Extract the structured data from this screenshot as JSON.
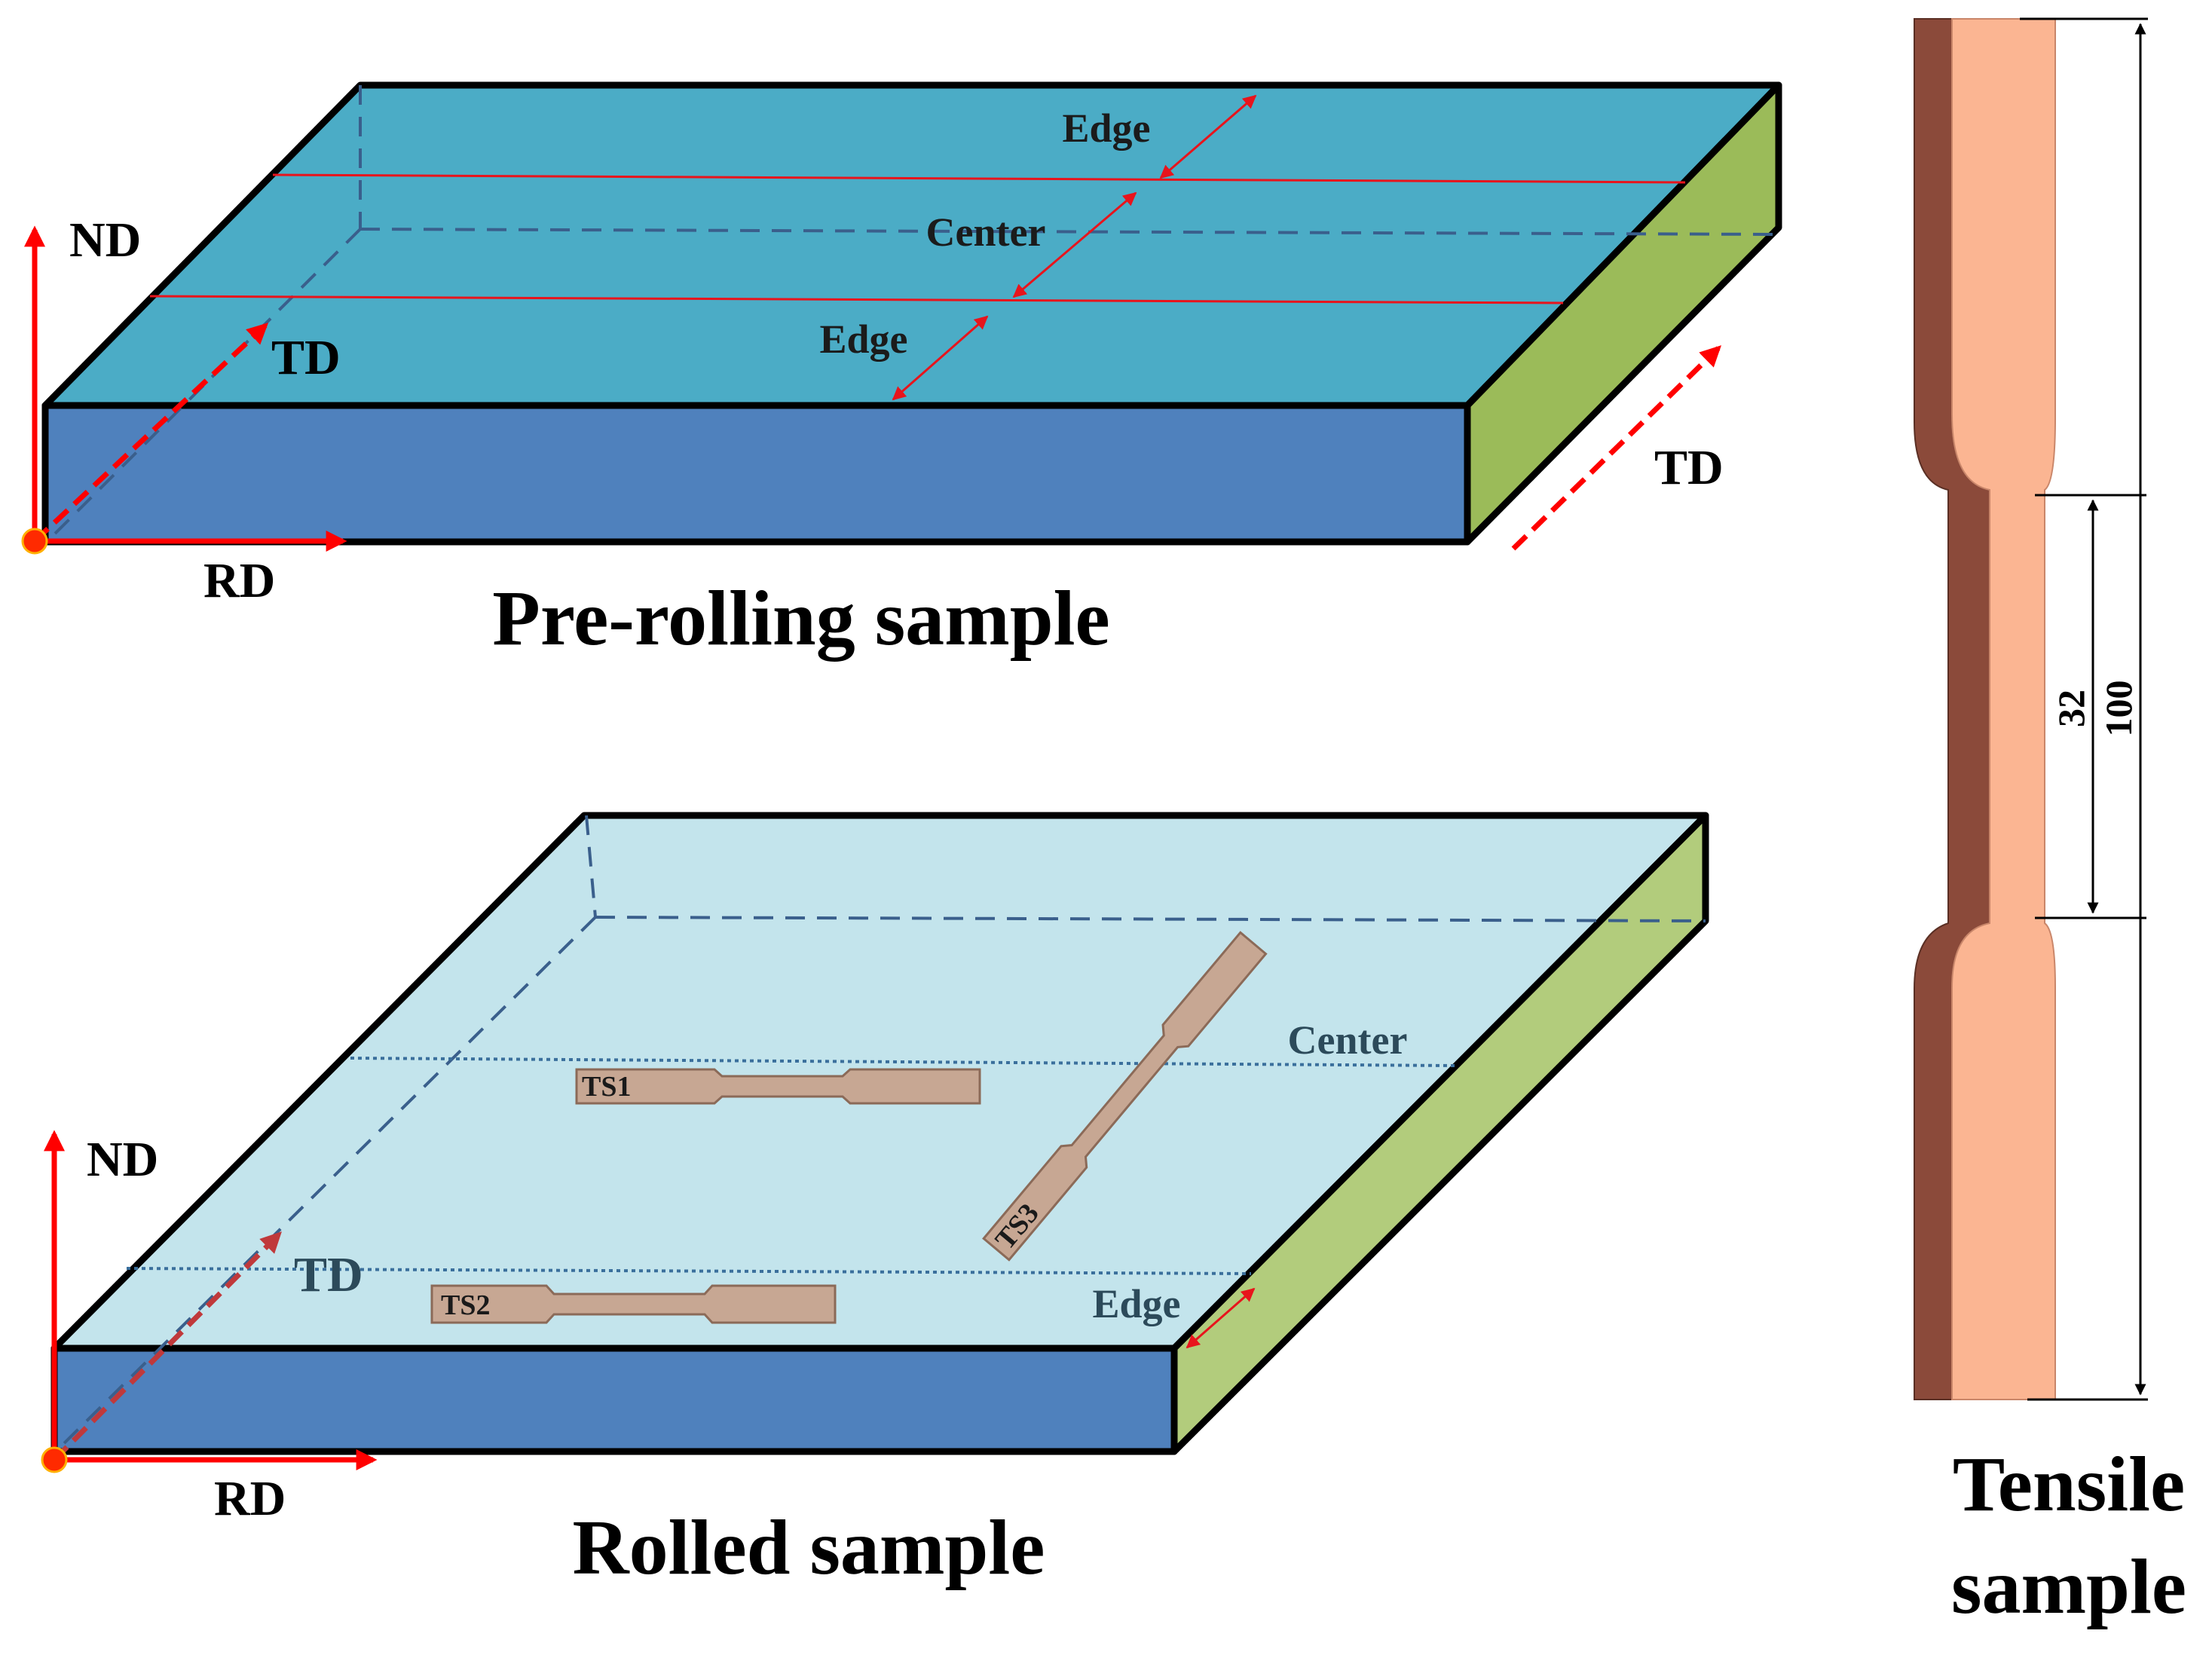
{
  "pre_rolling": {
    "caption": "Pre-rolling sample",
    "labels": {
      "edge_top": "Edge",
      "center": "Center",
      "edge_bottom": "Edge"
    },
    "axes": {
      "nd": "ND",
      "td": "TD",
      "rd": "RD",
      "td_side": "TD"
    }
  },
  "rolled": {
    "caption": "Rolled sample",
    "labels": {
      "center": "Center",
      "edge": "Edge"
    },
    "specimens": [
      "TS1",
      "TS2",
      "TS3"
    ],
    "axes": {
      "nd": "ND",
      "td": "TD",
      "rd": "RD"
    }
  },
  "tensile": {
    "caption_line1": "Tensile",
    "caption_line2": "sample",
    "dim_total": "100",
    "dim_gauge": "32"
  },
  "colors": {
    "slab_top": "#4bacc6",
    "slab_front": "#4f81bd",
    "slab_side": "#9bbb59",
    "rolled_top": "#c3e4ec",
    "rolled_side": "#b2cc7c",
    "arrow_red": "#ff0000",
    "specimen": "#c7a793",
    "tensile_face": "#fbb592",
    "tensile_edge": "#8b4a3a"
  }
}
